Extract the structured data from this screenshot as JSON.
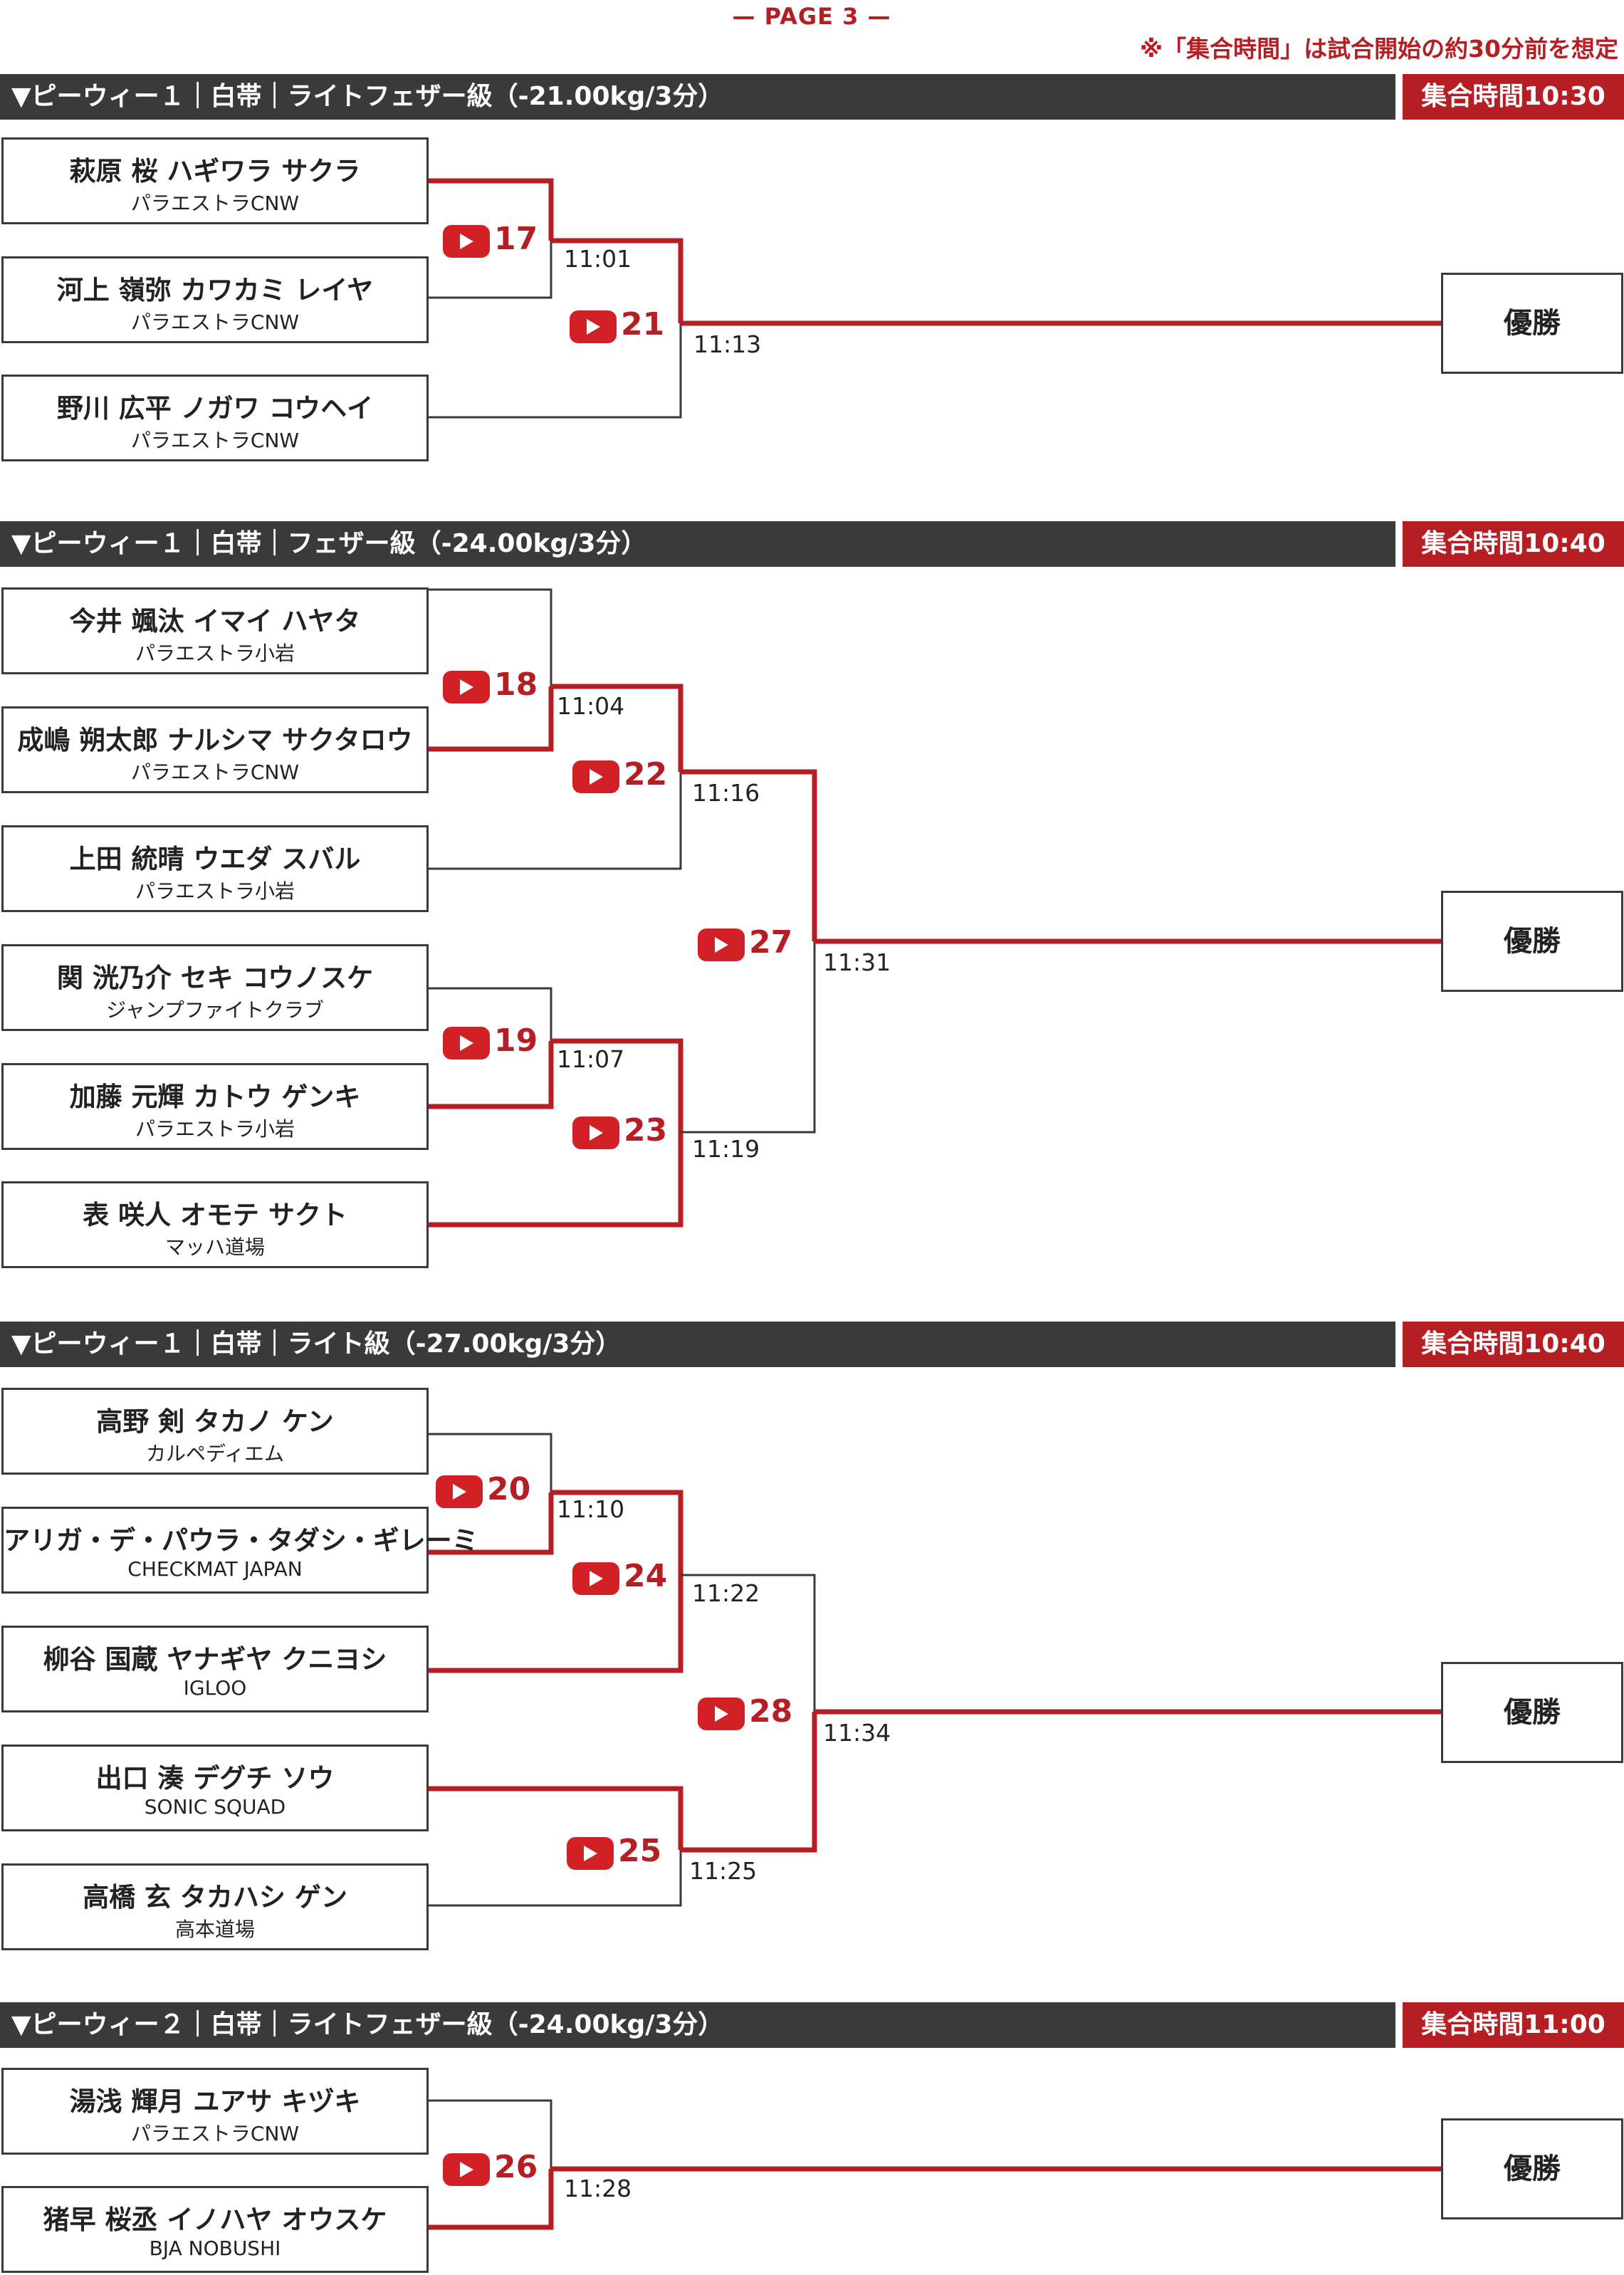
{
  "page": {
    "label": "— PAGE 3 —",
    "note": "※「集合時間」は試合開始の約30分前を想定"
  },
  "winner_label": "優勝",
  "colors": {
    "accent": "#b51f24",
    "header_bg": "#3a3a3a",
    "line_grey": "#3a3a3a",
    "win_line": "#b51f24"
  },
  "sections": [
    {
      "title": "▼ピーウィー１｜白帯｜ライトフェザー級（-21.00kg/3分）",
      "assembly_time": "集合時間10:30",
      "fighters": [
        {
          "name": "萩原 桜 ハギワラ サクラ",
          "team": "パラエストラCNW"
        },
        {
          "name": "河上 嶺弥 カワカミ レイヤ",
          "team": "パラエストラCNW"
        },
        {
          "name": "野川 広平 ノガワ コウヘイ",
          "team": "パラエストラCNW"
        }
      ],
      "matches": [
        {
          "no": "17",
          "time": "11:01"
        },
        {
          "no": "21",
          "time": "11:13"
        }
      ]
    },
    {
      "title": "▼ピーウィー１｜白帯｜フェザー級（-24.00kg/3分）",
      "assembly_time": "集合時間10:40",
      "fighters": [
        {
          "name": "今井 颯汰 イマイ ハヤタ",
          "team": "パラエストラ小岩"
        },
        {
          "name": "成嶋 朔太郎 ナルシマ サクタロウ",
          "team": "パラエストラCNW"
        },
        {
          "name": "上田 統晴 ウエダ スバル",
          "team": "パラエストラ小岩"
        },
        {
          "name": "関 洸乃介 セキ コウノスケ",
          "team": "ジャンプファイトクラブ"
        },
        {
          "name": "加藤 元輝 カトウ ゲンキ",
          "team": "パラエストラ小岩"
        },
        {
          "name": "表 咲人 オモテ サクト",
          "team": "マッハ道場"
        }
      ],
      "matches": [
        {
          "no": "18",
          "time": "11:04"
        },
        {
          "no": "22",
          "time": "11:16"
        },
        {
          "no": "19",
          "time": "11:07"
        },
        {
          "no": "23",
          "time": "11:19"
        },
        {
          "no": "27",
          "time": "11:31"
        }
      ]
    },
    {
      "title": "▼ピーウィー１｜白帯｜ライト級（-27.00kg/3分）",
      "assembly_time": "集合時間10:40",
      "fighters": [
        {
          "name": "高野 剣 タカノ ケン",
          "team": "カルペディエム"
        },
        {
          "name": "アリガ・デ・パウラ・タダシ・ギレーミ",
          "team": "CHECKMAT JAPAN"
        },
        {
          "name": "柳谷 国蔵 ヤナギヤ クニヨシ",
          "team": "IGLOO"
        },
        {
          "name": "出口 湊 デグチ ソウ",
          "team": "SONIC SQUAD"
        },
        {
          "name": "高橋 玄 タカハシ ゲン",
          "team": "高本道場"
        }
      ],
      "matches": [
        {
          "no": "20",
          "time": "11:10"
        },
        {
          "no": "24",
          "time": "11:22"
        },
        {
          "no": "25",
          "time": "11:25"
        },
        {
          "no": "28",
          "time": "11:34"
        }
      ]
    },
    {
      "title": "▼ピーウィー２｜白帯｜ライトフェザー級（-24.00kg/3分）",
      "assembly_time": "集合時間11:00",
      "fighters": [
        {
          "name": "湯浅 輝月 ユアサ キヅキ",
          "team": "パラエストラCNW"
        },
        {
          "name": "猪早 桜丞 イノハヤ オウスケ",
          "team": "BJA NOBUSHI"
        }
      ],
      "matches": [
        {
          "no": "26",
          "time": "11:28"
        }
      ]
    }
  ]
}
